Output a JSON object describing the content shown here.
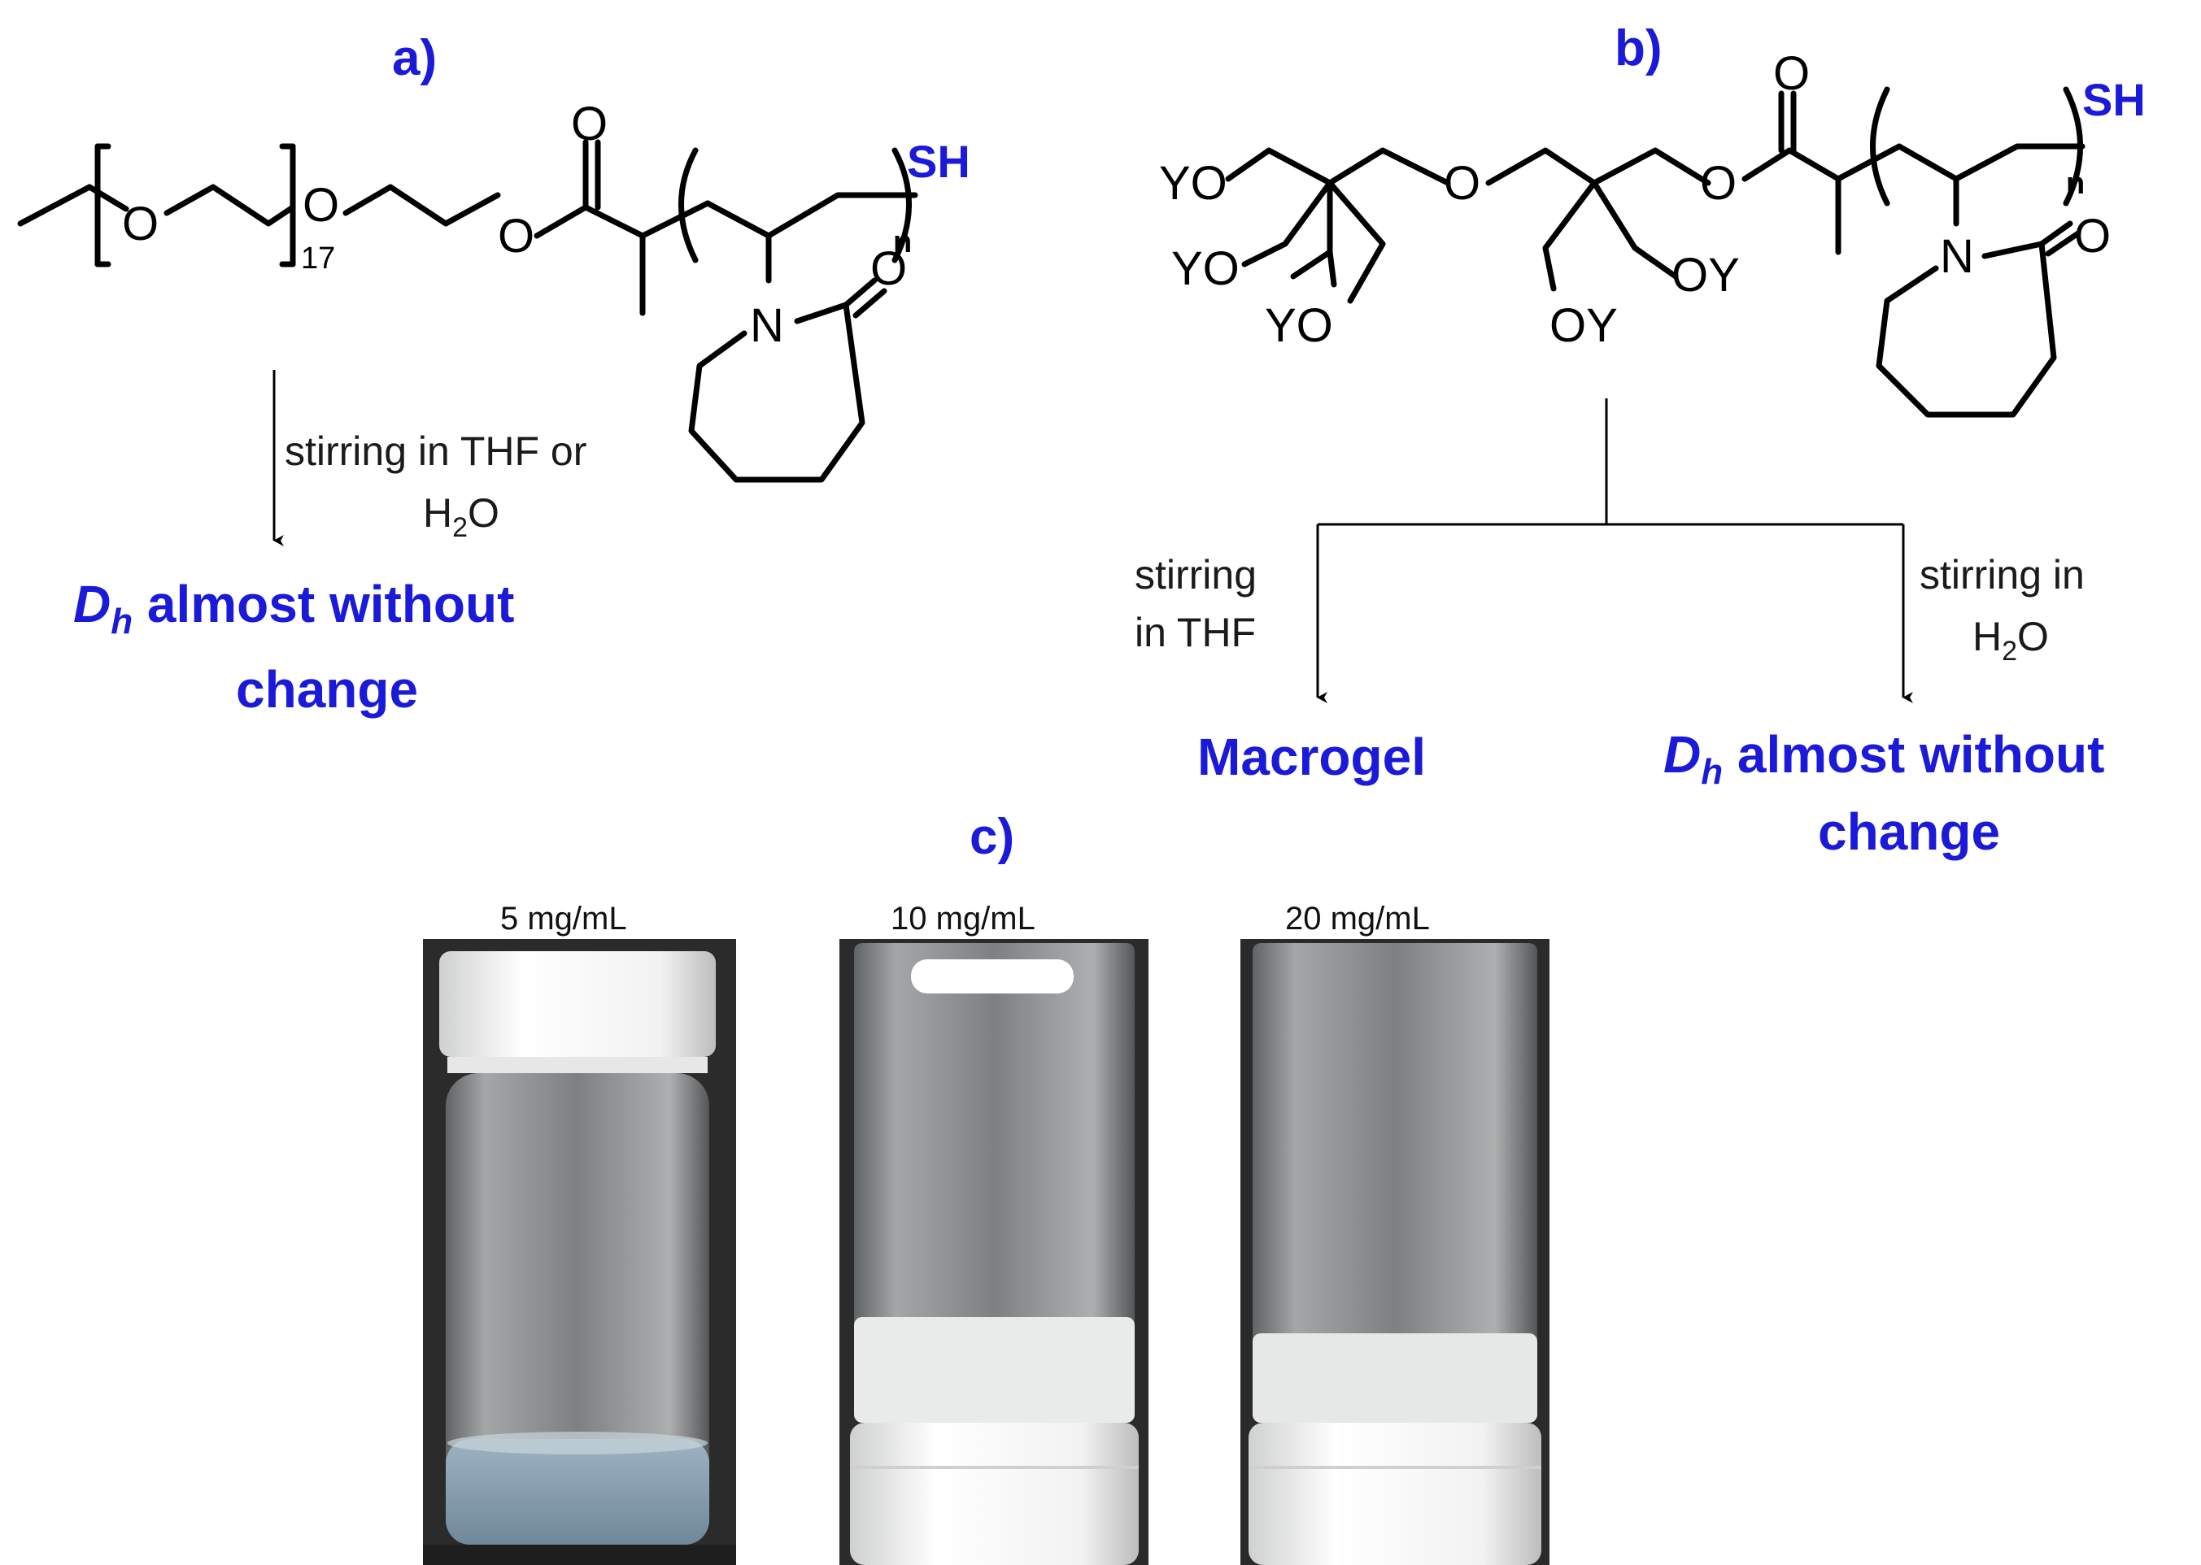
{
  "panel_a": {
    "label": "a)",
    "repeat_count": "17",
    "end_group": "SH",
    "n": "n",
    "condition": [
      "stirring in THF or",
      "H",
      "2",
      "O"
    ],
    "result_italic": "D",
    "result_sub": "h",
    "result_line1": " almost without",
    "result_line2": "change"
  },
  "panel_b": {
    "label": "b)",
    "end_group": "SH",
    "n": "n",
    "left_condition": [
      "stirring",
      "in THF"
    ],
    "right_condition": [
      "stirring in",
      "H",
      "2",
      "O"
    ],
    "left_result": "Macrogel",
    "result_italic": "D",
    "result_sub": "h",
    "result_line1": " almost without",
    "result_line2": "change"
  },
  "atoms": {
    "O": "O",
    "N": "N",
    "YO": "YO",
    "OY": "OY"
  },
  "panel_c": {
    "label": "c)",
    "vials": [
      {
        "concentration": "5 mg/mL"
      },
      {
        "concentration": "10 mg/mL"
      },
      {
        "concentration": "20 mg/mL"
      }
    ]
  },
  "colors": {
    "accent_blue": "#1a1ad8",
    "photo_bg": "#2b2b2b"
  }
}
